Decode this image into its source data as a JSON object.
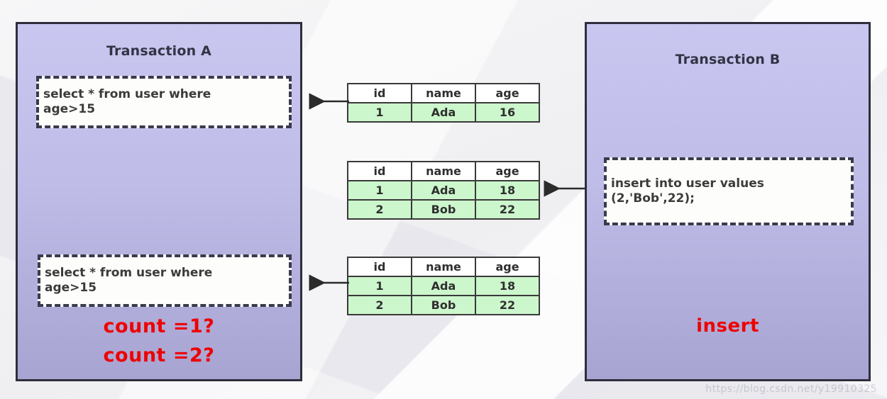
{
  "diagram": {
    "title_hidden": "Phantom read illustration: Transaction A vs Transaction B",
    "background_color": "#f2f2f5",
    "panel_color_top": "#c9c7f0",
    "panel_color_bottom": "#a8a4d2",
    "accent_red": "#ee0000",
    "row_green": "#ccf6cc"
  },
  "transaction_a": {
    "title": "Transaction A",
    "statements": [
      {
        "text": "select * from user where\nage>15"
      },
      {
        "text": "select * from user where\nage>15"
      }
    ],
    "notes": [
      "count =1?",
      "count =2?"
    ]
  },
  "transaction_b": {
    "title": "Transaction B",
    "statements": [
      {
        "text": "insert into user values\n(2,'Bob',22);"
      }
    ],
    "notes": [
      "insert"
    ]
  },
  "tables": [
    {
      "id": "table-1",
      "columns": [
        "id",
        "name",
        "age"
      ],
      "rows": [
        [
          "1",
          "Ada",
          "16"
        ]
      ]
    },
    {
      "id": "table-2",
      "columns": [
        "id",
        "name",
        "age"
      ],
      "rows": [
        [
          "1",
          "Ada",
          "18"
        ],
        [
          "2",
          "Bob",
          "22"
        ]
      ]
    },
    {
      "id": "table-3",
      "columns": [
        "id",
        "name",
        "age"
      ],
      "rows": [
        [
          "1",
          "Ada",
          "18"
        ],
        [
          "2",
          "Bob",
          "22"
        ]
      ]
    }
  ],
  "arrows": [
    {
      "name": "arrow-table1-to-transaction-a",
      "direction": "left"
    },
    {
      "name": "arrow-transaction-b-to-table2",
      "direction": "left"
    },
    {
      "name": "arrow-table3-to-transaction-a",
      "direction": "left"
    }
  ],
  "watermark": {
    "text": "https://blog.csdn.net/y19910325"
  }
}
